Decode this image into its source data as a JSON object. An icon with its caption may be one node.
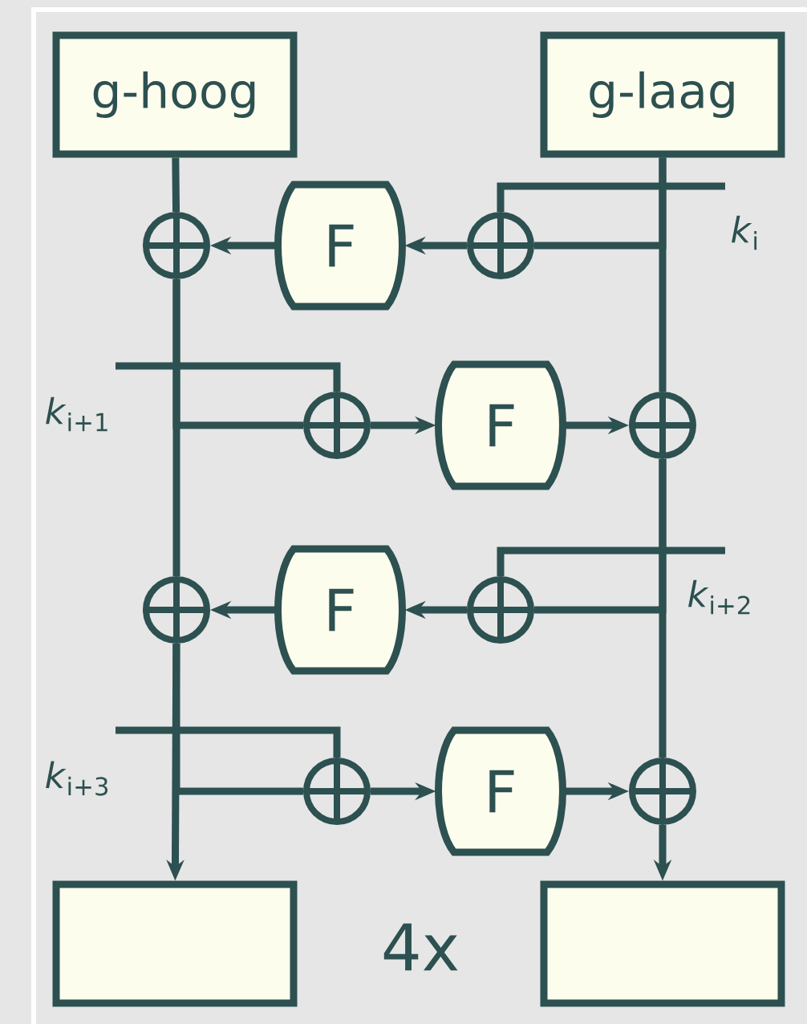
{
  "diagram": {
    "nodes": [
      {
        "text": [
          "g-hoog"
        ]
      },
      {
        "text": [
          "g-laag"
        ]
      },
      {
        "text": [],
        "shape": "circle"
      },
      {
        "text": [
          "F"
        ]
      },
      {
        "text": [],
        "shape": "circle"
      },
      {
        "text": [],
        "shape": "circle"
      },
      {
        "text": [
          "F"
        ]
      },
      {
        "text": [],
        "shape": "circle"
      },
      {
        "text": [],
        "shape": "circle"
      },
      {
        "text": [
          "F"
        ]
      },
      {
        "text": [],
        "shape": "circle"
      },
      {
        "text": [],
        "shape": "circle"
      },
      {
        "text": [
          "F"
        ]
      },
      {
        "text": [],
        "shape": "circle"
      },
      {
        "text": [],
        "shape": "box"
      },
      {
        "text": [],
        "shape": "box"
      }
    ],
    "edges": [
      {
        "from": 0,
        "to": 2,
        "arrow": "none"
      },
      {
        "from": 1,
        "to": 4,
        "arrow": "none"
      },
      {
        "from": null,
        "to": 4,
        "arrow": "none"
      },
      {
        "from": 4,
        "to": 3,
        "arrow": "to"
      },
      {
        "from": 3,
        "to": 2,
        "arrow": "to"
      },
      {
        "from": 2,
        "to": 8,
        "arrow": "none"
      },
      {
        "from": 2,
        "to": 5,
        "arrow": "none"
      },
      {
        "from": null,
        "to": 5,
        "arrow": "none"
      },
      {
        "from": 5,
        "to": 6,
        "arrow": "to"
      },
      {
        "from": 6,
        "to": 7,
        "arrow": "to"
      },
      {
        "from": 1,
        "to": 7,
        "arrow": "none"
      },
      {
        "from": 7,
        "to": 10,
        "arrow": "none"
      },
      {
        "from": null,
        "to": 10,
        "arrow": "none"
      },
      {
        "from": 10,
        "to": 9,
        "arrow": "to"
      },
      {
        "from": 9,
        "to": 8,
        "arrow": "to"
      },
      {
        "from": 7,
        "to": 13,
        "arrow": "none"
      },
      {
        "from": 8,
        "to": 11,
        "arrow": "none"
      },
      {
        "from": null,
        "to": 11,
        "arrow": "none"
      },
      {
        "from": 11,
        "to": 12,
        "arrow": "to"
      },
      {
        "from": 12,
        "to": 13,
        "arrow": "to"
      },
      {
        "from": 8,
        "to": 14,
        "arrow": "to"
      },
      {
        "from": 13,
        "to": 15,
        "arrow": "to"
      }
    ],
    "labels": [
      "*k*$_{i}$",
      "*k*$_{i+1}$",
      "*k*$_{i+2}$",
      "*k*$_{i+3}$",
      "4x"
    ]
  }
}
